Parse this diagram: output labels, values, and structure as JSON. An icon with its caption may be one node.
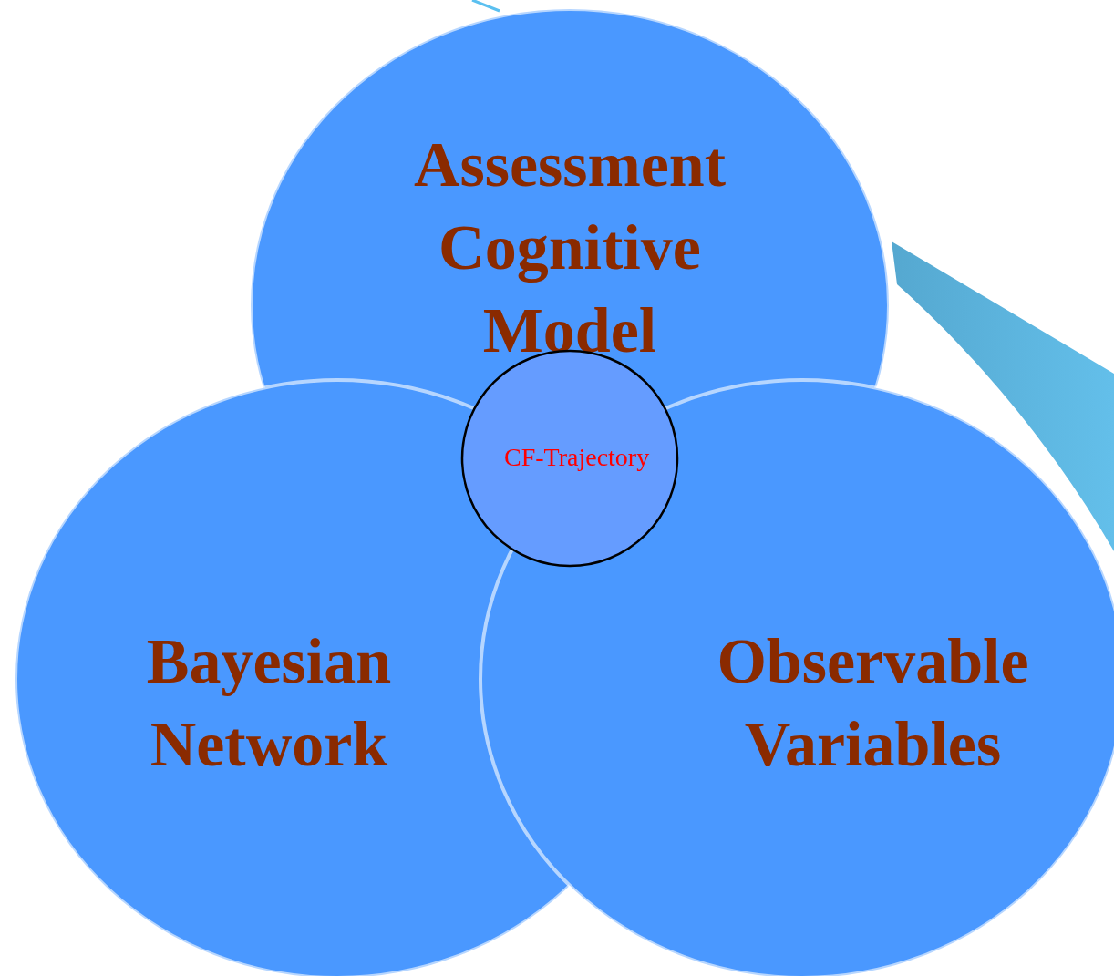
{
  "diagram": {
    "nodes": [
      {
        "text": [
          "Assessment Cognitive Model"
        ]
      },
      {
        "text": [
          "Bayesian Network"
        ]
      },
      {
        "text": [
          "Observable Variables"
        ]
      },
      {
        "text": [
          "CF-Trajectory"
        ],
        "in": 0
      },
      {
        "text": [],
        "shape": "wedge"
      }
    ]
  }
}
